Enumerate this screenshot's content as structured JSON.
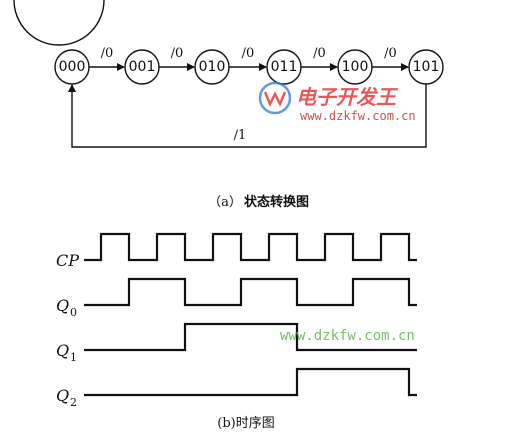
{
  "state_diagram": {
    "states": [
      "000",
      "001",
      "010",
      "011",
      "100",
      "101"
    ],
    "transition_labels": [
      "/0",
      "/0",
      "/0",
      "/0",
      "/0"
    ],
    "feedback_label": "/1",
    "caption_prefix": "（a）",
    "caption_text": "状态转换图"
  },
  "timing_diagram": {
    "signals": [
      {
        "name": "CP",
        "sub": "",
        "levels": [
          0,
          1,
          0,
          1,
          0,
          1,
          0,
          1,
          0,
          1,
          0,
          1,
          0
        ]
      },
      {
        "name": "Q",
        "sub": "0",
        "levels": [
          0,
          0,
          1,
          1,
          0,
          0,
          1,
          1,
          0,
          0,
          1,
          1,
          0
        ]
      },
      {
        "name": "Q",
        "sub": "1",
        "levels": [
          0,
          0,
          0,
          0,
          1,
          1,
          1,
          1,
          0,
          0,
          0,
          0,
          0
        ]
      },
      {
        "name": "Q",
        "sub": "2",
        "levels": [
          0,
          0,
          0,
          0,
          0,
          0,
          0,
          0,
          1,
          1,
          1,
          1,
          0
        ]
      }
    ],
    "caption": "(b)时序图"
  },
  "watermark": {
    "brand_text": "电子开发王",
    "url_top": "www.dzkfw.com.cn",
    "url_mid": "www.dzkfw.com.cn",
    "logo_colors": {
      "ring": "#3a7fd0",
      "text": "#e23b3b",
      "url": "#6cb35a"
    }
  }
}
